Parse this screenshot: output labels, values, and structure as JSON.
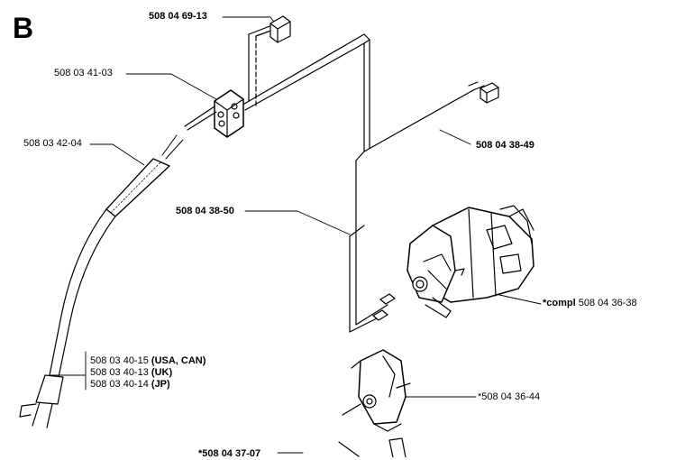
{
  "section": "B",
  "labels": {
    "harness_plug": "508 04 69-13",
    "switch": "508 03 41-03",
    "cord_sleeve": "508 03 42-04",
    "wire_a": "508 04 38-49",
    "wire_b": "508 04 38-50",
    "motor_compl_prefix": "*compl",
    "motor_compl_number": "508 04 36-38",
    "holder": "*508 04 36-44",
    "bottom_cut": "*508 04 37-07"
  },
  "cord_variants": [
    {
      "number": "508 03 40-15",
      "region": "(USA, CAN)"
    },
    {
      "number": "508 03 40-13",
      "region": "(UK)"
    },
    {
      "number": "508 03 40-14",
      "region": "(JP)"
    }
  ]
}
